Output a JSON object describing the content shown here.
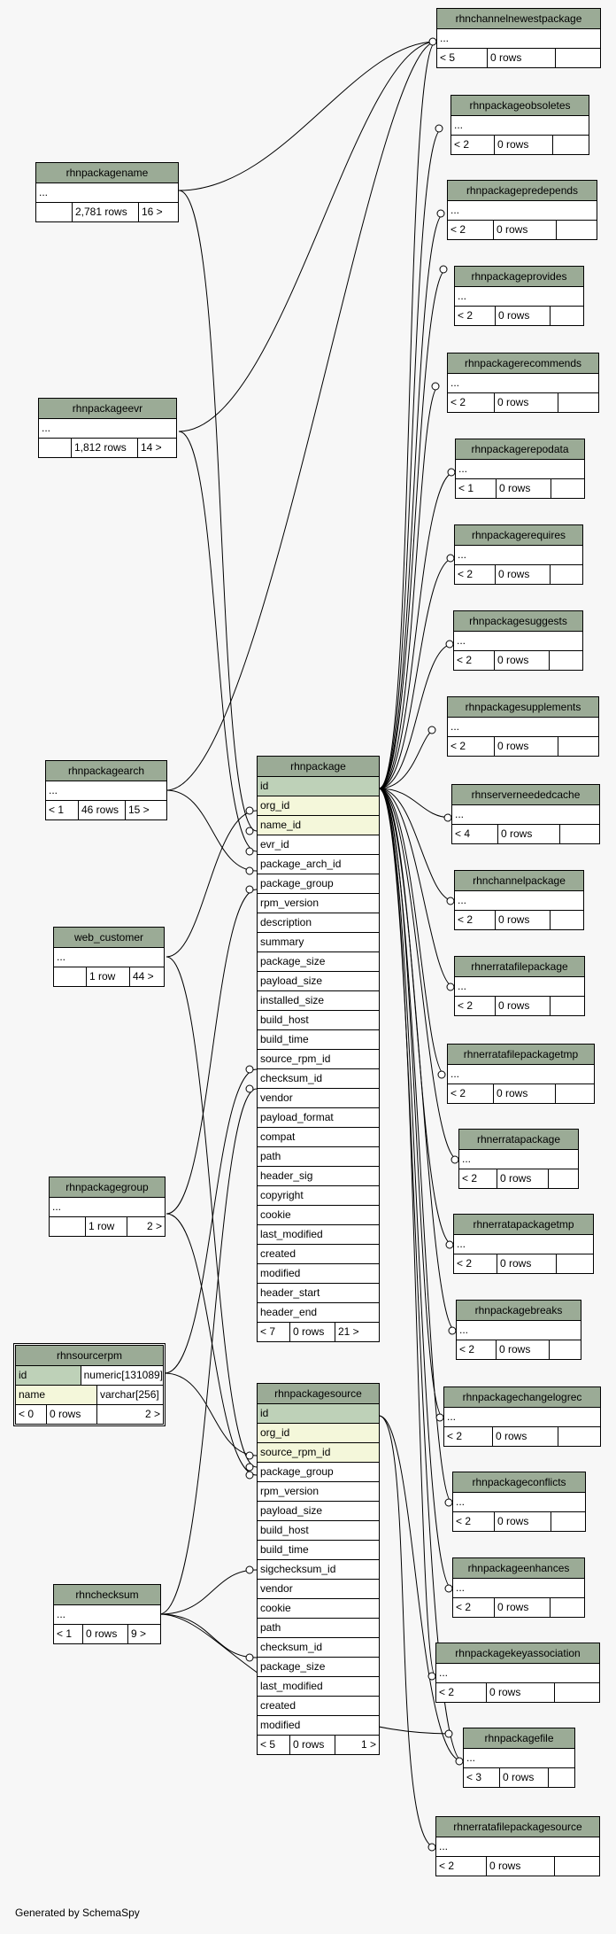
{
  "footer_text": "Generated by SchemaSpy",
  "colors": {
    "header": "#9bab96",
    "primary_key": "#bed1b8",
    "foreign_key": "#f4f7da",
    "background": "#f7f7f7"
  },
  "main_table": {
    "name": "rhnpackage",
    "columns": [
      "id",
      "org_id",
      "name_id",
      "evr_id",
      "package_arch_id",
      "package_group",
      "rpm_version",
      "description",
      "summary",
      "package_size",
      "payload_size",
      "installed_size",
      "build_host",
      "build_time",
      "source_rpm_id",
      "checksum_id",
      "vendor",
      "payload_format",
      "compat",
      "path",
      "header_sig",
      "copyright",
      "cookie",
      "last_modified",
      "created",
      "modified",
      "header_start",
      "header_end"
    ],
    "footer": [
      "< 7",
      "0 rows",
      "21 >"
    ]
  },
  "source_table": {
    "name": "rhnpackagesource",
    "columns": [
      "id",
      "org_id",
      "source_rpm_id",
      "package_group",
      "rpm_version",
      "payload_size",
      "build_host",
      "build_time",
      "sigchecksum_id",
      "vendor",
      "cookie",
      "path",
      "checksum_id",
      "package_size",
      "last_modified",
      "created",
      "modified"
    ],
    "footer": [
      "< 5",
      "0 rows",
      "1 >"
    ]
  },
  "sourcerpm_table": {
    "name": "rhnsourcerpm",
    "rows": [
      {
        "col": "id",
        "type": "numeric[131089]"
      },
      {
        "col": "name",
        "type": "varchar[256]"
      }
    ],
    "footer": [
      "< 0",
      "0 rows",
      "2 >"
    ]
  },
  "parent_tables": [
    {
      "name": "rhnpackagename",
      "row": "...",
      "footer": [
        "",
        "2,781 rows",
        "16 >"
      ]
    },
    {
      "name": "rhnpackageevr",
      "row": "...",
      "footer": [
        "",
        "1,812 rows",
        "14 >"
      ]
    },
    {
      "name": "rhnpackagearch",
      "row": "...",
      "footer": [
        "< 1",
        "46 rows",
        "15 >"
      ]
    },
    {
      "name": "web_customer",
      "row": "...",
      "footer": [
        "",
        "1 row",
        "44 >"
      ]
    },
    {
      "name": "rhnpackagegroup",
      "row": "...",
      "footer": [
        "",
        "1 row",
        "2 >"
      ]
    },
    {
      "name": "rhnchecksum",
      "row": "...",
      "footer": [
        "< 1",
        "0 rows",
        "9 >"
      ]
    }
  ],
  "child_tables": [
    {
      "name": "rhnchannelnewestpackage",
      "row": "...",
      "footer": [
        "< 5",
        "0 rows",
        ""
      ]
    },
    {
      "name": "rhnpackageobsoletes",
      "row": "...",
      "footer": [
        "< 2",
        "0 rows",
        ""
      ]
    },
    {
      "name": "rhnpackagepredepends",
      "row": "...",
      "footer": [
        "< 2",
        "0 rows",
        ""
      ]
    },
    {
      "name": "rhnpackageprovides",
      "row": "...",
      "footer": [
        "< 2",
        "0 rows",
        ""
      ]
    },
    {
      "name": "rhnpackagerecommends",
      "row": "...",
      "footer": [
        "< 2",
        "0 rows",
        ""
      ]
    },
    {
      "name": "rhnpackagerepodata",
      "row": "...",
      "footer": [
        "< 1",
        "0 rows",
        ""
      ]
    },
    {
      "name": "rhnpackagerequires",
      "row": "...",
      "footer": [
        "< 2",
        "0 rows",
        ""
      ]
    },
    {
      "name": "rhnpackagesuggests",
      "row": "...",
      "footer": [
        "< 2",
        "0 rows",
        ""
      ]
    },
    {
      "name": "rhnpackagesupplements",
      "row": "...",
      "footer": [
        "< 2",
        "0 rows",
        ""
      ]
    },
    {
      "name": "rhnserverneededcache",
      "row": "...",
      "footer": [
        "< 4",
        "0 rows",
        ""
      ]
    },
    {
      "name": "rhnchannelpackage",
      "row": "...",
      "footer": [
        "< 2",
        "0 rows",
        ""
      ]
    },
    {
      "name": "rhnerratafilepackage",
      "row": "...",
      "footer": [
        "< 2",
        "0 rows",
        ""
      ]
    },
    {
      "name": "rhnerratafilepackagetmp",
      "row": "...",
      "footer": [
        "< 2",
        "0 rows",
        ""
      ]
    },
    {
      "name": "rhnerratapackage",
      "row": "...",
      "footer": [
        "< 2",
        "0 rows",
        ""
      ]
    },
    {
      "name": "rhnerratapackagetmp",
      "row": "...",
      "footer": [
        "< 2",
        "0 rows",
        ""
      ]
    },
    {
      "name": "rhnpackagebreaks",
      "row": "...",
      "footer": [
        "< 2",
        "0 rows",
        ""
      ]
    },
    {
      "name": "rhnpackagechangelogrec",
      "row": "...",
      "footer": [
        "< 2",
        "0 rows",
        ""
      ]
    },
    {
      "name": "rhnpackageconflicts",
      "row": "...",
      "footer": [
        "< 2",
        "0 rows",
        ""
      ]
    },
    {
      "name": "rhnpackageenhances",
      "row": "...",
      "footer": [
        "< 2",
        "0 rows",
        ""
      ]
    },
    {
      "name": "rhnpackagekeyassociation",
      "row": "...",
      "footer": [
        "< 2",
        "0 rows",
        ""
      ]
    },
    {
      "name": "rhnpackagefile",
      "row": "...",
      "footer": [
        "< 3",
        "0 rows",
        ""
      ]
    },
    {
      "name": "rhnerratafilepackagesource",
      "row": "...",
      "footer": [
        "< 2",
        "0 rows",
        ""
      ]
    }
  ]
}
